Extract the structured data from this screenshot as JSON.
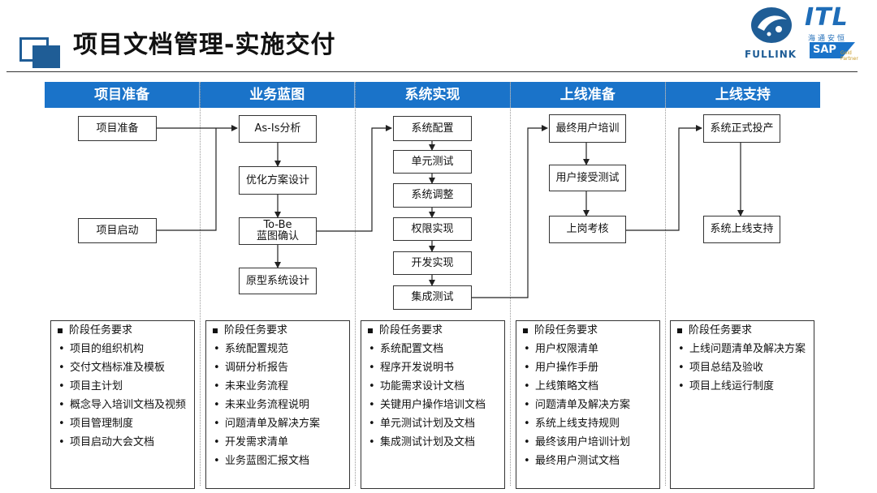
{
  "slide": {
    "title": "项目文档管理-实施交付"
  },
  "logos": {
    "fullink": "FULLINK",
    "itl": "ITL",
    "itl_cn": "海通安恒",
    "sap": "SAP",
    "sap_sub1": "Gold",
    "sap_sub2": "Partner"
  },
  "phases": [
    {
      "label": "项目准备"
    },
    {
      "label": "业务蓝图"
    },
    {
      "label": "系统实现"
    },
    {
      "label": "上线准备"
    },
    {
      "label": "上线支持"
    }
  ],
  "flow": {
    "prep": {
      "a": "项目准备",
      "b": "项目启动"
    },
    "blueprint": {
      "as_is": "As-Is分析",
      "optimize": "优化方案设计",
      "to_be_1": "To-Be",
      "to_be_2": "蓝图确认",
      "prototype": "原型系统设计"
    },
    "realization": {
      "s1": "系统配置",
      "s2": "单元测试",
      "s3": "系统调整",
      "s4": "权限实现",
      "s5": "开发实现",
      "s6": "集成测试"
    },
    "golive_prep": {
      "s1": "最终用户培训",
      "s2": "用户接受测试",
      "s3": "上岗考核"
    },
    "support": {
      "s1": "系统正式投产",
      "s2": "系统上线支持"
    }
  },
  "tasks": [
    {
      "heading": "阶段任务要求",
      "items": [
        "项目的组织机构",
        "交付文档标准及模板",
        "项目主计划",
        "概念导入培训文档及视频",
        "项目管理制度",
        "项目启动大会文档"
      ]
    },
    {
      "heading": "阶段任务要求",
      "items": [
        "系统配置规范",
        "调研分析报告",
        "未来业务流程",
        "未来业务流程说明",
        "问题清单及解决方案",
        "开发需求清单",
        "业务蓝图汇报文档"
      ]
    },
    {
      "heading": "阶段任务要求",
      "items": [
        "系统配置文档",
        "程序开发说明书",
        "功能需求设计文档",
        "关键用户操作培训文档",
        "单元测试计划及文档",
        "集成测试计划及文档"
      ]
    },
    {
      "heading": "阶段任务要求",
      "items": [
        "用户权限清单",
        "用户操作手册",
        "上线策略文档",
        "问题清单及解决方案",
        "系统上线支持规则",
        "最终该用户培训计划",
        "最终用户测试文档"
      ]
    },
    {
      "heading": "阶段任务要求",
      "items": [
        "上线问题清单及解决方案",
        "项目总结及验收",
        "项目上线运行制度"
      ]
    }
  ],
  "colors": {
    "accent": "#1a73c9",
    "deco": "#1f5d96",
    "line": "#333333"
  }
}
